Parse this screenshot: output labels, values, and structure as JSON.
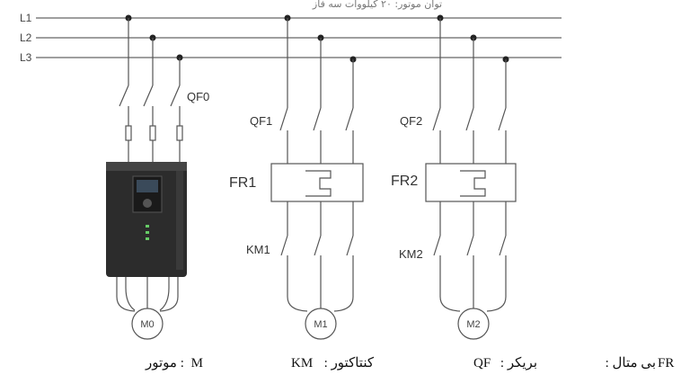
{
  "header_caption": "توان موتور: ۲۰ کیلووات سه فاز",
  "bus_labels": [
    "L1",
    "L2",
    "L3"
  ],
  "breakers": [
    "QF0",
    "QF1",
    "QF2"
  ],
  "relays": [
    "FR1",
    "FR2"
  ],
  "contactors": [
    "KM1",
    "KM2"
  ],
  "motors": [
    "M0",
    "M1",
    "M2"
  ],
  "legend": [
    {
      "key": "FR",
      "text": ": بی متال"
    },
    {
      "key": "QF",
      "text": ": بریکر"
    },
    {
      "key": "KM",
      "text": ": کنتاکتور"
    },
    {
      "key": "M",
      "text": ": موتور"
    }
  ]
}
